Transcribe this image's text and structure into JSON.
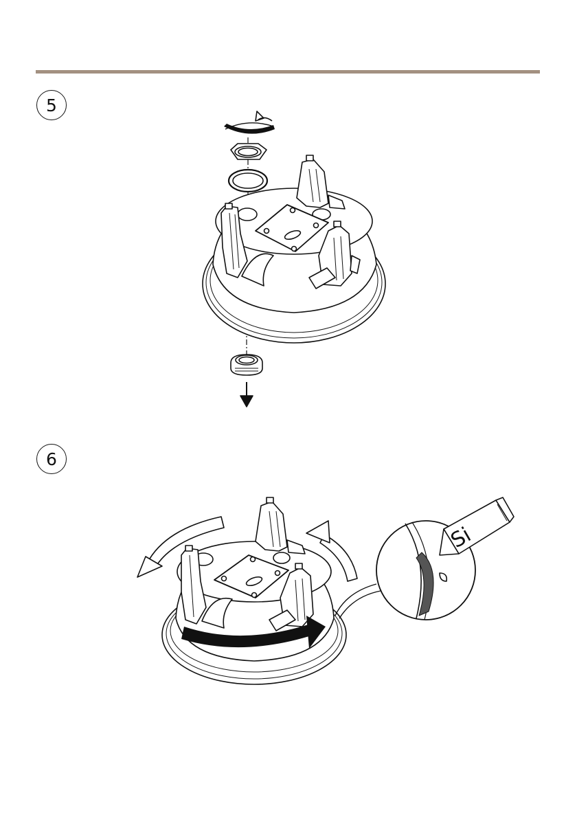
{
  "theme": {
    "rule_color": "#a39181",
    "ink": "#111111"
  },
  "steps": [
    {
      "number": "5"
    },
    {
      "number": "6"
    }
  ],
  "labels": {
    "silicone": "Si"
  }
}
